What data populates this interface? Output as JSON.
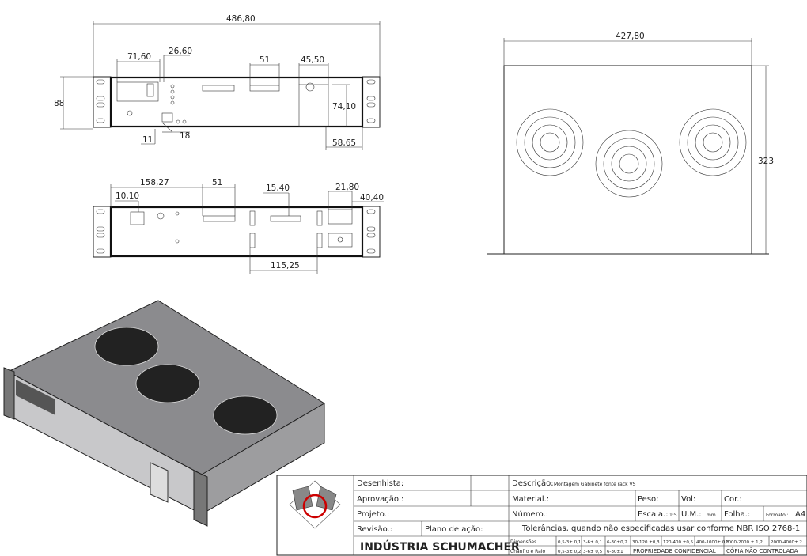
{
  "front_view": {
    "dims": {
      "overall_width": "486,80",
      "height": "88",
      "d1": "71,60",
      "d2": "26,60",
      "d3": "51",
      "d4": "45,50",
      "d5": "74,10",
      "d6": "11",
      "d7": "18",
      "d8": "58,65"
    }
  },
  "rear_view": {
    "dims": {
      "d1": "158,27",
      "d2": "10,10",
      "d3": "51",
      "d4": "15,40",
      "d5": "21,80",
      "d6": "40,40",
      "d7": "115,25"
    }
  },
  "top_view": {
    "dims": {
      "width": "427,80",
      "depth": "323"
    }
  },
  "title_block": {
    "company": "INDÚSTRIA SCHUMACHER",
    "desenhista": "Desenhista:",
    "aprovacao": "Aprovação.:",
    "projeto": "Projeto.:",
    "revisao": "Revisão.:",
    "plano": "Plano de ação:",
    "descricao_label": "Descrição:",
    "descricao_value": "Montagem Gabinete fonte rack VS",
    "material": "Material.:",
    "peso": "Peso:",
    "vol": "Vol:",
    "cor": "Cor.:",
    "numero": "Número.:",
    "escala_label": "Escala.:",
    "escala_value": "1:5",
    "um_label": "U.M.:",
    "um_value": "mm",
    "folha": "Folha.:",
    "formato_label": "Formato.:",
    "formato_value": "A4",
    "tolerancias": "Tolerâncias, quando não especificadas usar conforme NBR ISO 2768-1",
    "dimensoes_label": "Dimensões",
    "dimensoes": [
      "0,5-3± 0,1",
      "3-6± 0,1",
      "6-30±0,2",
      "30-120 ±0,3",
      "120-400 ±0,5",
      "400-1000± 0,8",
      "1000-2000 ± 1,2",
      "2000-4000± 2"
    ],
    "chanfro_label": "Chanfro e Raio",
    "chanfro": [
      "0,5-3± 0,2",
      "3-6± 0,5",
      "6-30±1"
    ],
    "confidencial": "PROPRIEDADE CONFIDENCIAL",
    "copia": "CÓPIA NÃO CONTROLADA"
  }
}
